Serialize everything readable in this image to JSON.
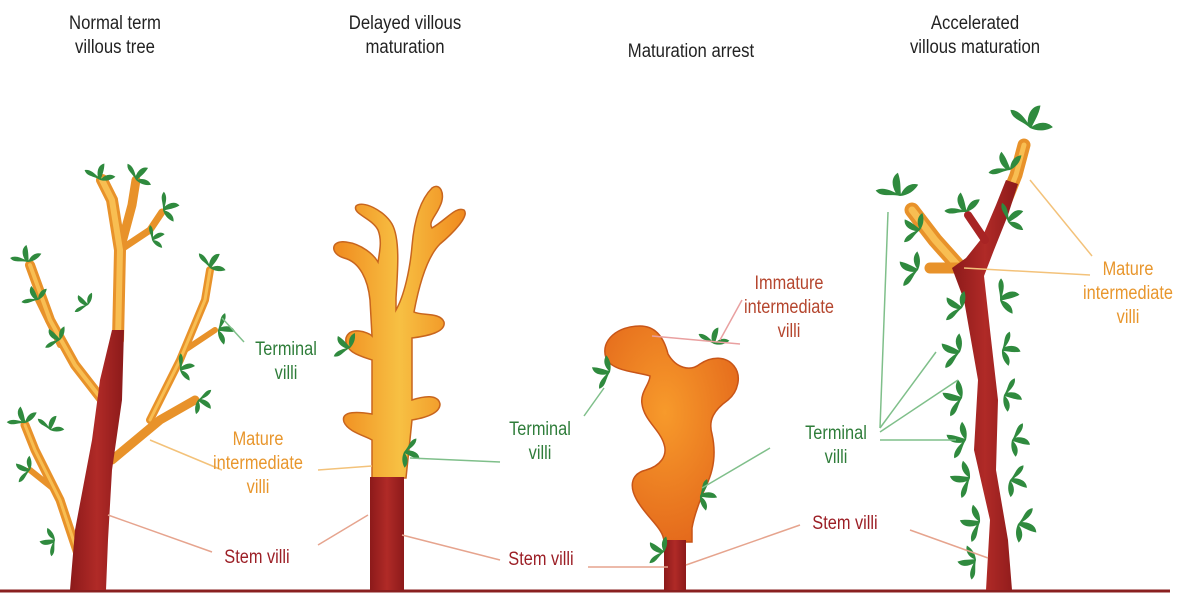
{
  "panels": {
    "normal": {
      "title_l1": "Normal term",
      "title_l2": "villous tree"
    },
    "delayed": {
      "title_l1": "Delayed villous",
      "title_l2": "maturation"
    },
    "arrest": {
      "title_l1": "Maturation arrest"
    },
    "accelerated": {
      "title_l1": "Accelerated",
      "title_l2": "villous maturation"
    }
  },
  "labels": {
    "terminal_l1": "Terminal",
    "terminal_l2": "villi",
    "mature_l1": "Mature",
    "mature_l2": "intermediate",
    "mature_l3": "villi",
    "immature_l1": "Immature",
    "immature_l2": "intermediate",
    "immature_l3": "villi",
    "stem": "Stem villi"
  },
  "colors": {
    "stem": "#a82424",
    "mature": "#f3a93a",
    "immature": "#ee7f1e",
    "terminal": "#2f8a3e",
    "ground": "#8a2020"
  }
}
